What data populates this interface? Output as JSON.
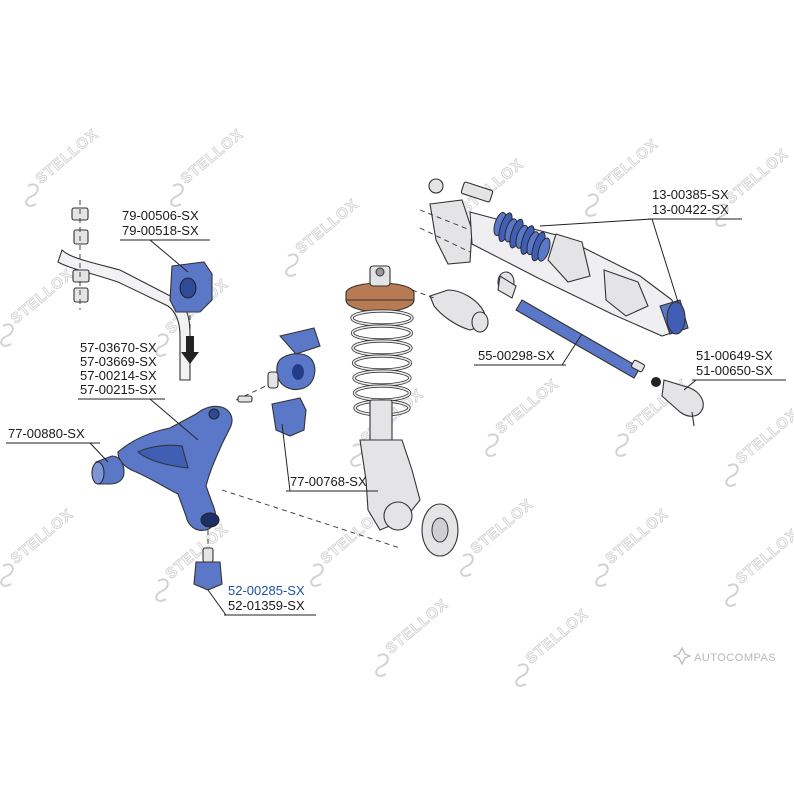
{
  "watermark": {
    "text": "STELLOX"
  },
  "labels": {
    "sway_bar_bush": [
      "79-00506-SX",
      "79-00518-SX"
    ],
    "control_arm": [
      "57-03670-SX",
      "57-03669-SX",
      "57-00214-SX",
      "57-00215-SX"
    ],
    "arm_bush": [
      "77-00880-SX"
    ],
    "link_bush": [
      "77-00768-SX"
    ],
    "ball_joint": [
      "52-00285-SX",
      "52-01359-SX"
    ],
    "steering_rack_boot": [
      "13-00385-SX",
      "13-00422-SX"
    ],
    "tie_rod": [
      "55-00298-SX"
    ],
    "tie_rod_end": [
      "51-00649-SX",
      "51-00650-SX"
    ]
  },
  "brand_mark": {
    "text": "AUTOCOMPAS"
  },
  "colors": {
    "part_blue": "#5b78c8",
    "label_highlight": "#1f4fa8",
    "spring_top_copper": "#b77a52",
    "part_grey": "#e4e4e6"
  }
}
